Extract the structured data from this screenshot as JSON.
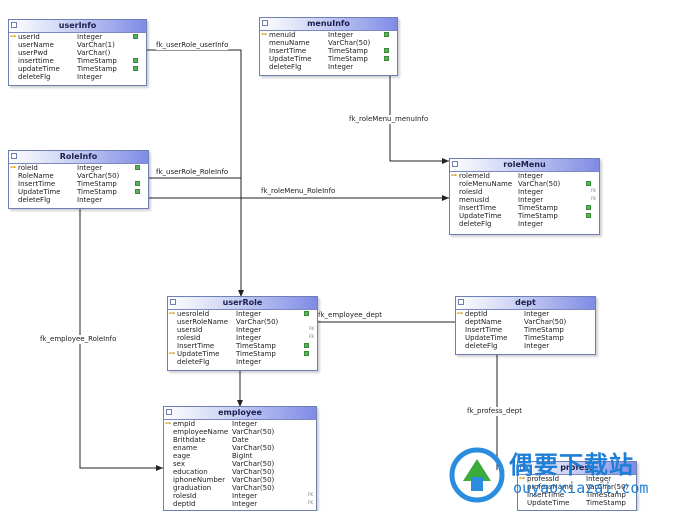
{
  "entities": [
    {
      "id": "userInfo",
      "title": "userInfo",
      "fields": [
        {
          "name": "userId",
          "type": "Integer",
          "key": true,
          "badge": true,
          "fk": false
        },
        {
          "name": "userName",
          "type": "VarChar(1)",
          "key": false,
          "badge": false,
          "fk": false
        },
        {
          "name": "userPwd",
          "type": "VarChar()",
          "key": false,
          "badge": false,
          "fk": false
        },
        {
          "name": "inserttime",
          "type": "TimeStamp",
          "key": false,
          "badge": true,
          "fk": false
        },
        {
          "name": "updateTime",
          "type": "TimeStamp",
          "key": false,
          "badge": true,
          "fk": false
        },
        {
          "name": "deleteFlg",
          "type": "Integer",
          "key": false,
          "badge": false,
          "fk": false
        }
      ]
    },
    {
      "id": "menuInfo",
      "title": "menuInfo",
      "fields": [
        {
          "name": "menuId",
          "type": "Integer",
          "key": true,
          "badge": true,
          "fk": false
        },
        {
          "name": "menuName",
          "type": "VarChar(50)",
          "key": false,
          "badge": false,
          "fk": false
        },
        {
          "name": "InsertTime",
          "type": "TimeStamp",
          "key": false,
          "badge": true,
          "fk": false
        },
        {
          "name": "UpdateTime",
          "type": "TimeStamp",
          "key": false,
          "badge": true,
          "fk": false
        },
        {
          "name": "deleteFlg",
          "type": "Integer",
          "key": false,
          "badge": false,
          "fk": false
        }
      ]
    },
    {
      "id": "RoleInfo",
      "title": "RoleInfo",
      "fields": [
        {
          "name": "roleId",
          "type": "Integer",
          "key": true,
          "badge": true,
          "fk": false
        },
        {
          "name": "RoleName",
          "type": "VarChar(50)",
          "key": false,
          "badge": false,
          "fk": false
        },
        {
          "name": "InsertTime",
          "type": "TimeStamp",
          "key": false,
          "badge": true,
          "fk": false
        },
        {
          "name": "UpdateTime",
          "type": "TimeStamp",
          "key": false,
          "badge": true,
          "fk": false
        },
        {
          "name": "deleteFlg",
          "type": "Integer",
          "key": false,
          "badge": false,
          "fk": false
        }
      ]
    },
    {
      "id": "roleMenu",
      "title": "roleMenu",
      "fields": [
        {
          "name": "rolemeId",
          "type": "Integer",
          "key": true,
          "badge": false,
          "fk": false
        },
        {
          "name": "roleMenuName",
          "type": "VarChar(50)",
          "key": false,
          "badge": true,
          "fk": false
        },
        {
          "name": "rolesId",
          "type": "Integer",
          "key": false,
          "badge": false,
          "fk": true
        },
        {
          "name": "menusId",
          "type": "Integer",
          "key": false,
          "badge": false,
          "fk": true
        },
        {
          "name": "InsertTime",
          "type": "TimeStamp",
          "key": false,
          "badge": true,
          "fk": false
        },
        {
          "name": "UpdateTime",
          "type": "TimeStamp",
          "key": false,
          "badge": true,
          "fk": false
        },
        {
          "name": "deleteFlg",
          "type": "Integer",
          "key": false,
          "badge": false,
          "fk": false
        }
      ]
    },
    {
      "id": "userRole",
      "title": "userRole",
      "fields": [
        {
          "name": "uesroleId",
          "type": "Integer",
          "key": true,
          "badge": true,
          "fk": false
        },
        {
          "name": "userRoleName",
          "type": "VarChar(50)",
          "key": false,
          "badge": false,
          "fk": false
        },
        {
          "name": "usersId",
          "type": "Integer",
          "key": false,
          "badge": false,
          "fk": true
        },
        {
          "name": "rolesId",
          "type": "Integer",
          "key": false,
          "badge": false,
          "fk": true
        },
        {
          "name": "InsertTime",
          "type": "TimeStamp",
          "key": false,
          "badge": true,
          "fk": false
        },
        {
          "name": "UpdateTime",
          "type": "TimeStamp",
          "key": true,
          "badge": true,
          "fk": false
        },
        {
          "name": "deleteFlg",
          "type": "Integer",
          "key": false,
          "badge": false,
          "fk": false
        }
      ]
    },
    {
      "id": "dept",
      "title": "dept",
      "fields": [
        {
          "name": "deptId",
          "type": "Integer",
          "key": true,
          "badge": false,
          "fk": false
        },
        {
          "name": "deptName",
          "type": "VarChar(50)",
          "key": false,
          "badge": false,
          "fk": false
        },
        {
          "name": "InsertTime",
          "type": "TimeStamp",
          "key": false,
          "badge": false,
          "fk": false
        },
        {
          "name": "UpdateTime",
          "type": "TimeStamp",
          "key": false,
          "badge": false,
          "fk": false
        },
        {
          "name": "deleteFlg",
          "type": "Integer",
          "key": false,
          "badge": false,
          "fk": false
        }
      ]
    },
    {
      "id": "employee",
      "title": "employee",
      "fields": [
        {
          "name": "empId",
          "type": "Integer",
          "key": true,
          "badge": false,
          "fk": false
        },
        {
          "name": "employeeName",
          "type": "VarChar(50)",
          "key": false,
          "badge": false,
          "fk": false
        },
        {
          "name": "Brithdate",
          "type": "Date",
          "key": false,
          "badge": false,
          "fk": false
        },
        {
          "name": "ename",
          "type": "VarChar(50)",
          "key": false,
          "badge": false,
          "fk": false
        },
        {
          "name": "eage",
          "type": "BigInt",
          "key": false,
          "badge": false,
          "fk": false
        },
        {
          "name": "sex",
          "type": "VarChar(50)",
          "key": false,
          "badge": false,
          "fk": false
        },
        {
          "name": "education",
          "type": "VarChar(50)",
          "key": false,
          "badge": false,
          "fk": false
        },
        {
          "name": "iphoneNumber",
          "type": "VarChar(50)",
          "key": false,
          "badge": false,
          "fk": false
        },
        {
          "name": "graduation",
          "type": "VarChar(50)",
          "key": false,
          "badge": false,
          "fk": false
        },
        {
          "name": "rolesId",
          "type": "Integer",
          "key": false,
          "badge": false,
          "fk": true
        },
        {
          "name": "deptId",
          "type": "Integer",
          "key": false,
          "badge": false,
          "fk": true
        }
      ]
    },
    {
      "id": "profess",
      "title": "profess",
      "fields": [
        {
          "name": "professId",
          "type": "Integer",
          "key": true,
          "badge": false,
          "fk": false
        },
        {
          "name": "professName",
          "type": "VarChar(50)",
          "key": false,
          "badge": false,
          "fk": false
        },
        {
          "name": "InsertTime",
          "type": "TimeStamp",
          "key": false,
          "badge": false,
          "fk": false
        },
        {
          "name": "UpdateTime",
          "type": "TimeStamp",
          "key": false,
          "badge": false,
          "fk": false
        }
      ]
    }
  ],
  "relationships": [
    {
      "id": "userRole_userInfo",
      "label": "fk_userRole_userInfo"
    },
    {
      "id": "roleMenu_menuInfo",
      "label": "fk_roleMenu_menuInfo"
    },
    {
      "id": "userRole_RoleInfo",
      "label": "fk_userRole_RoleInfo"
    },
    {
      "id": "roleMenu_RoleInfo",
      "label": "fk_roleMenu_RoleInfo"
    },
    {
      "id": "employee_dept",
      "label": "fk_employee_dept"
    },
    {
      "id": "employee_RoleInfo",
      "label": "fk_employee_RoleInfo"
    },
    {
      "id": "profess_dept",
      "label": "fk_profess_dept"
    }
  ],
  "watermark": {
    "brand": "偶要下载站",
    "domain": "ouyaoxiazai.com"
  },
  "colors": {
    "line": "#222222",
    "header_end": "#7f8be6",
    "border": "#6e7fb5",
    "badge": "#5bb35b"
  }
}
